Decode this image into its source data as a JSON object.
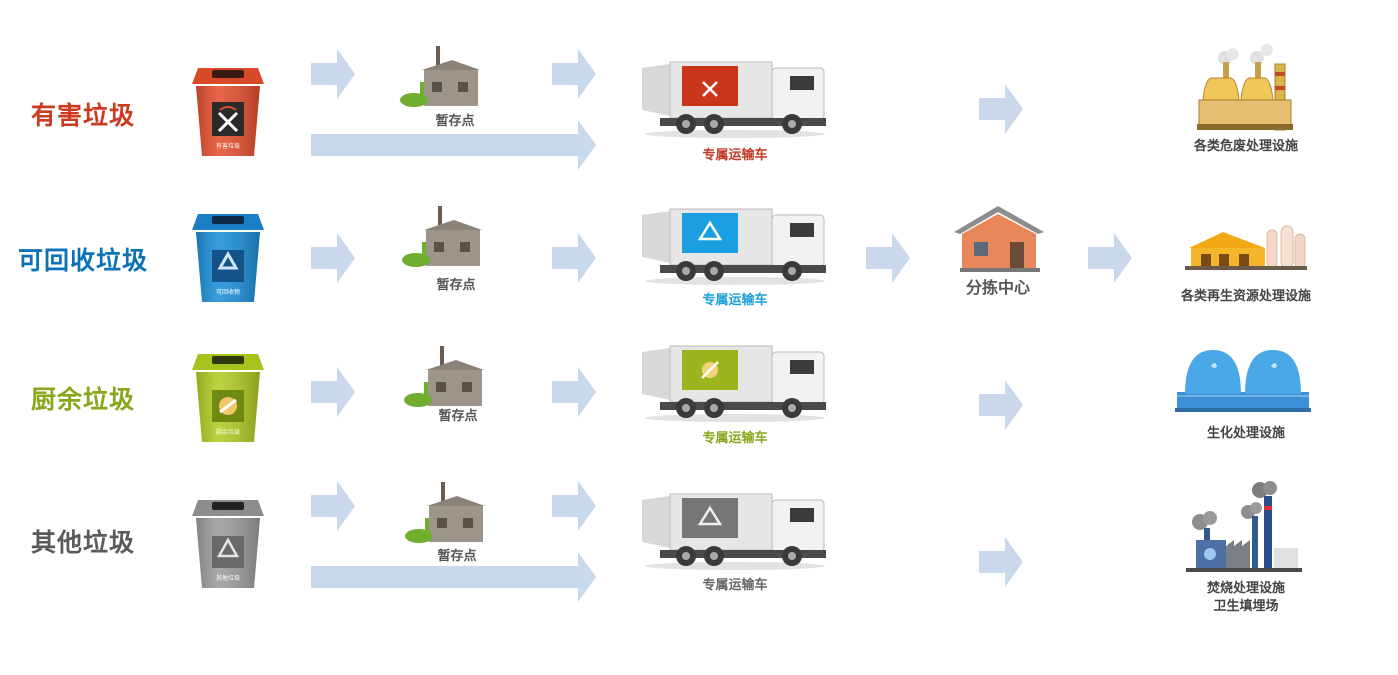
{
  "colors": {
    "hazardous": "#cc3a1f",
    "recyclable": "#0b72b5",
    "kitchen": "#8aa61b",
    "other": "#5a5a5a",
    "arrow": "#c9d8ea",
    "truck_label_hazardous": "#c0391f",
    "truck_label_recyclable": "#1aa0d8",
    "truck_label_kitchen": "#8aa61b",
    "truck_label_other": "#666666"
  },
  "categories": [
    {
      "name": "有害垃圾",
      "bin_text": "有害垃圾",
      "bin_icon": "hazard-icon",
      "storage": "暂存点",
      "truck": "专属运输车"
    },
    {
      "name": "可回收垃圾",
      "bin_text": "可回收物",
      "bin_icon": "recycle-icon",
      "storage": "暂存点",
      "truck": "专属运输车"
    },
    {
      "name": "厨余垃圾",
      "bin_text": "厨余垃圾",
      "bin_icon": "food-icon",
      "storage": "暂存点",
      "truck": "专属运输车"
    },
    {
      "name": "其他垃圾",
      "bin_text": "其他垃圾",
      "bin_icon": "other-icon",
      "storage": "暂存点",
      "truck": "专属运输车"
    }
  ],
  "sorting_center": "分拣中心",
  "facilities": {
    "hazardous": "各类危废处理设施",
    "recyclable": "各类再生资源处理设施",
    "kitchen": "生化处理设施",
    "other_line1": "焚烧处理设施",
    "other_line2": "卫生填埋场"
  }
}
